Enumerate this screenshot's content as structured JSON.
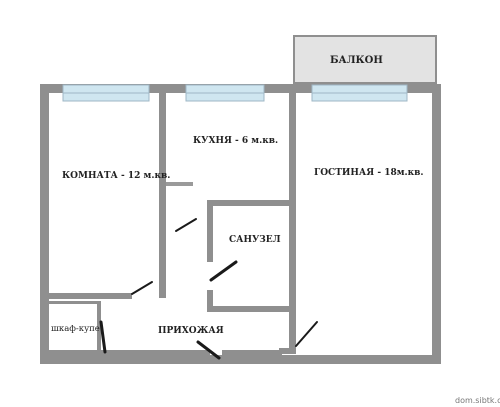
{
  "plan": {
    "rooms": {
      "balcony": "БАЛКОН",
      "kitchen": "КУХНЯ - 6 м.кв.",
      "room": "КОМНАТА - 12 м.кв.",
      "living": "ГОСТИНАЯ - 18м.кв.",
      "bathroom": "САНУЗЕЛ",
      "hallway": "ПРИХОЖАЯ",
      "wardrobe": "шкаф-купе"
    },
    "watermark": "dom.sibtk.com"
  },
  "colors": {
    "wall": "#8f8f8f",
    "wall_dark": "#7a7a7a",
    "window": "#cfe6f0",
    "window_frame": "#9fb7c6",
    "balcony": "#e3e3e3",
    "door": "#1a1a1a"
  }
}
